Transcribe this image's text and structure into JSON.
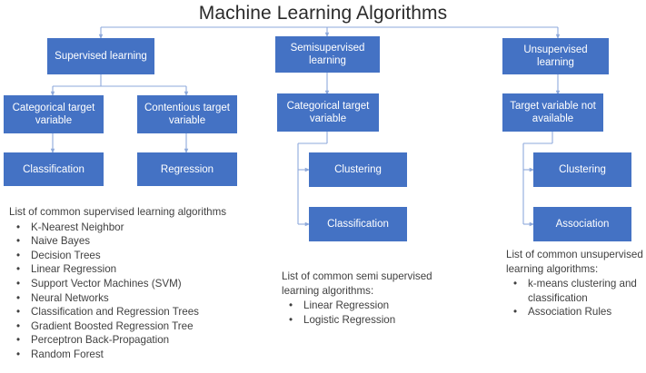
{
  "diagram": {
    "title": "Machine Learning Algorithms",
    "accent_color": "#4472C4",
    "connector_color": "#8EA9DB",
    "text_color": "#404040",
    "bullet_glyph": "•"
  },
  "nodes": {
    "supervised": "Supervised learning",
    "semisupervised": "Semisupervised learning",
    "unsupervised": "Unsupervised learning",
    "sup_categorical": "Categorical target variable",
    "sup_contentious": "Contentious target variable",
    "sup_classification": "Classification",
    "sup_regression": "Regression",
    "semi_categorical": "Categorical target variable",
    "semi_clustering": "Clustering",
    "semi_classification": "Classification",
    "unsup_target_na": "Target variable not available",
    "unsup_clustering": "Clustering",
    "unsup_association": "Association"
  },
  "lists": {
    "supervised": {
      "lead": "List of common supervised learning algorithms",
      "items": [
        "K-Nearest Neighbor",
        "Naive Bayes",
        "Decision Trees",
        "Linear Regression",
        "Support Vector Machines (SVM)",
        "Neural Networks",
        "Classification and Regression Trees",
        "Gradient Boosted Regression Tree",
        "Perceptron Back-Propagation",
        "Random Forest"
      ]
    },
    "semisupervised": {
      "lead": "List of common semi supervised learning algorithms:",
      "items": [
        "Linear Regression",
        "Logistic Regression"
      ]
    },
    "unsupervised": {
      "lead": "List of common unsupervised learning algorithms:",
      "items": [
        "k-means clustering and classification",
        "Association Rules"
      ]
    }
  }
}
